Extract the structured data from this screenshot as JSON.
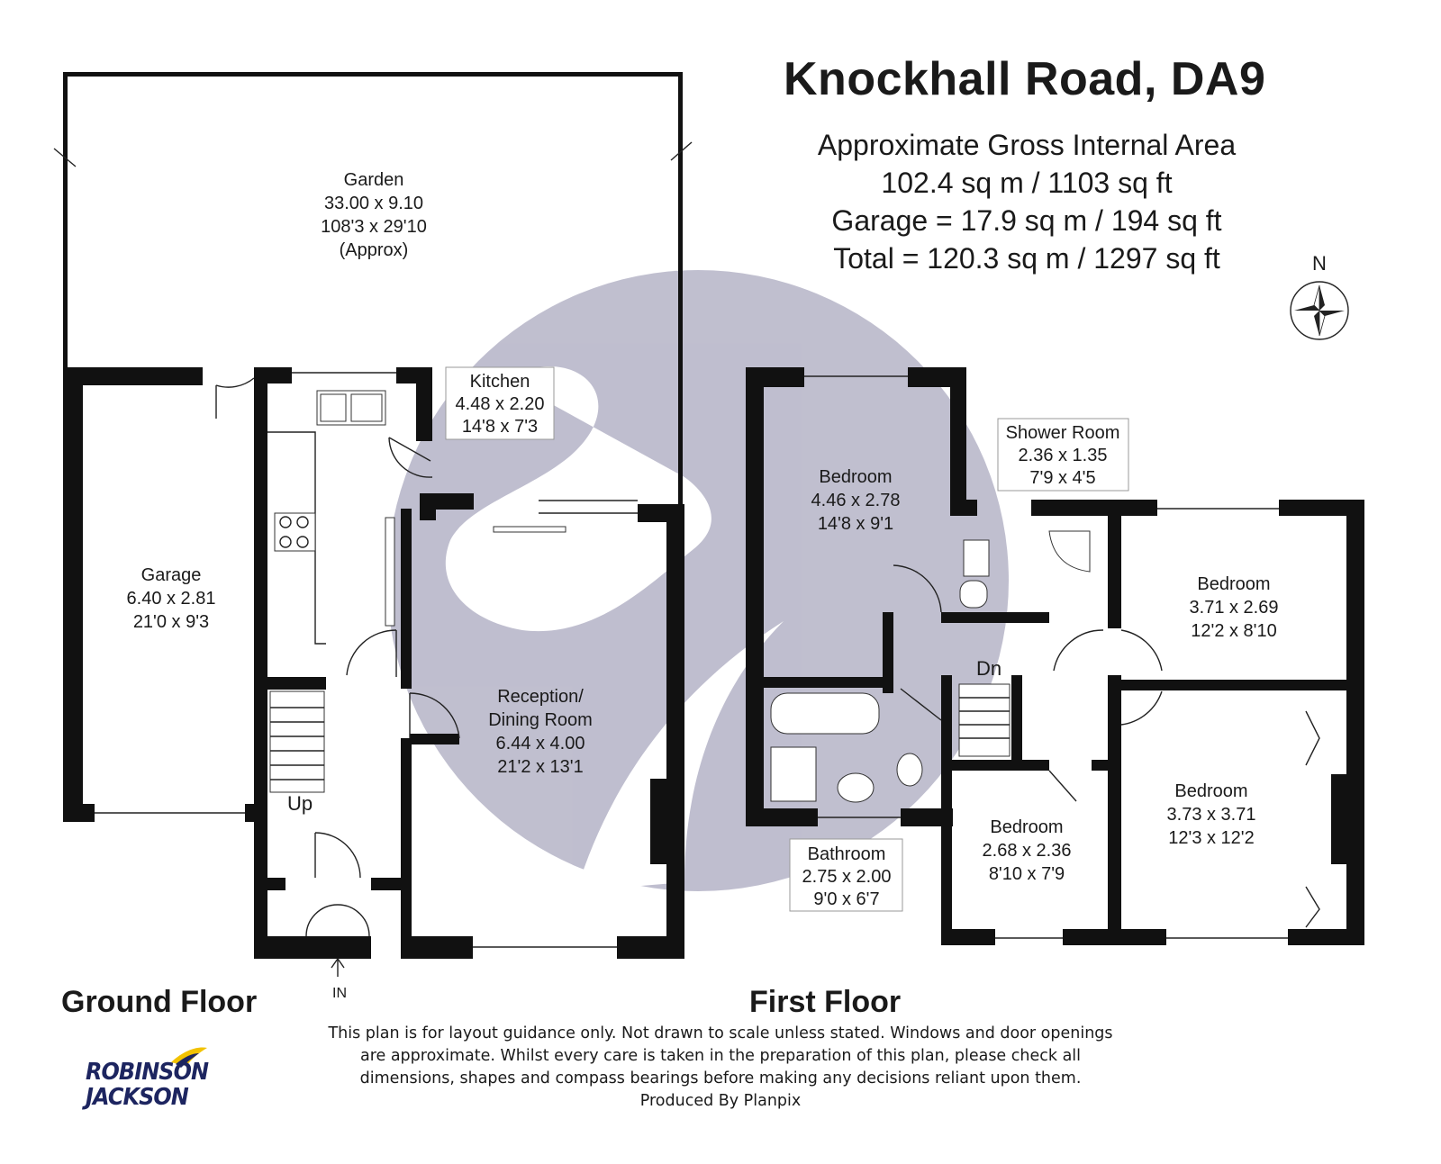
{
  "title": "Knockhall Road, DA9",
  "area": {
    "line1": "Approximate Gross Internal Area",
    "line2": "102.4 sq m / 1103 sq ft",
    "line3": "Garage = 17.9 sq m / 194 sq ft",
    "line4": "Total = 120.3 sq m / 1297 sq ft"
  },
  "compass": {
    "label": "N"
  },
  "floors": {
    "ground": "Ground Floor",
    "first": "First Floor"
  },
  "rooms": {
    "garden": {
      "name": "Garden",
      "metric": "33.00 x 9.10",
      "imperial": "108'3 x 29'10",
      "note": "(Approx)"
    },
    "garage": {
      "name": "Garage",
      "metric": "6.40 x 2.81",
      "imperial": "21'0 x 9'3"
    },
    "kitchen": {
      "name": "Kitchen",
      "metric": "4.48 x 2.20",
      "imperial": "14'8 x 7'3"
    },
    "reception": {
      "name1": "Reception/",
      "name2": "Dining Room",
      "metric": "6.44 x 4.00",
      "imperial": "21'2 x 13'1"
    },
    "bedroom1": {
      "name": "Bedroom",
      "metric": "4.46 x 2.78",
      "imperial": "14'8 x 9'1"
    },
    "shower": {
      "name": "Shower Room",
      "metric": "2.36 x 1.35",
      "imperial": "7'9 x 4'5"
    },
    "bedroom2": {
      "name": "Bedroom",
      "metric": "3.71 x 2.69",
      "imperial": "12'2 x 8'10"
    },
    "bedroom3": {
      "name": "Bedroom",
      "metric": "3.73 x 3.71",
      "imperial": "12'3 x 12'2"
    },
    "bedroom4": {
      "name": "Bedroom",
      "metric": "2.68 x 2.36",
      "imperial": "8'10 x 7'9"
    },
    "bathroom": {
      "name": "Bathroom",
      "metric": "2.75 x 2.00",
      "imperial": "9'0 x 6'7"
    }
  },
  "stairs": {
    "up": "Up",
    "down": "Dn",
    "entrance": "IN"
  },
  "disclaimer": {
    "line1": "This plan is for layout guidance only. Not drawn to scale unless stated. Windows and door openings",
    "line2": "are approximate. Whilst every care is taken in the preparation of this plan, please check all",
    "line3": "dimensions, shapes and compass bearings before making any decisions reliant upon them.",
    "line4": "Produced By Planpix"
  },
  "logo": {
    "line1": "ROBINSON",
    "line2": "JACKSON"
  },
  "colors": {
    "walls": "#111111",
    "watermark": "#b9b8cc",
    "logo": "#1d2560",
    "logo_accent": "#f2c200"
  }
}
